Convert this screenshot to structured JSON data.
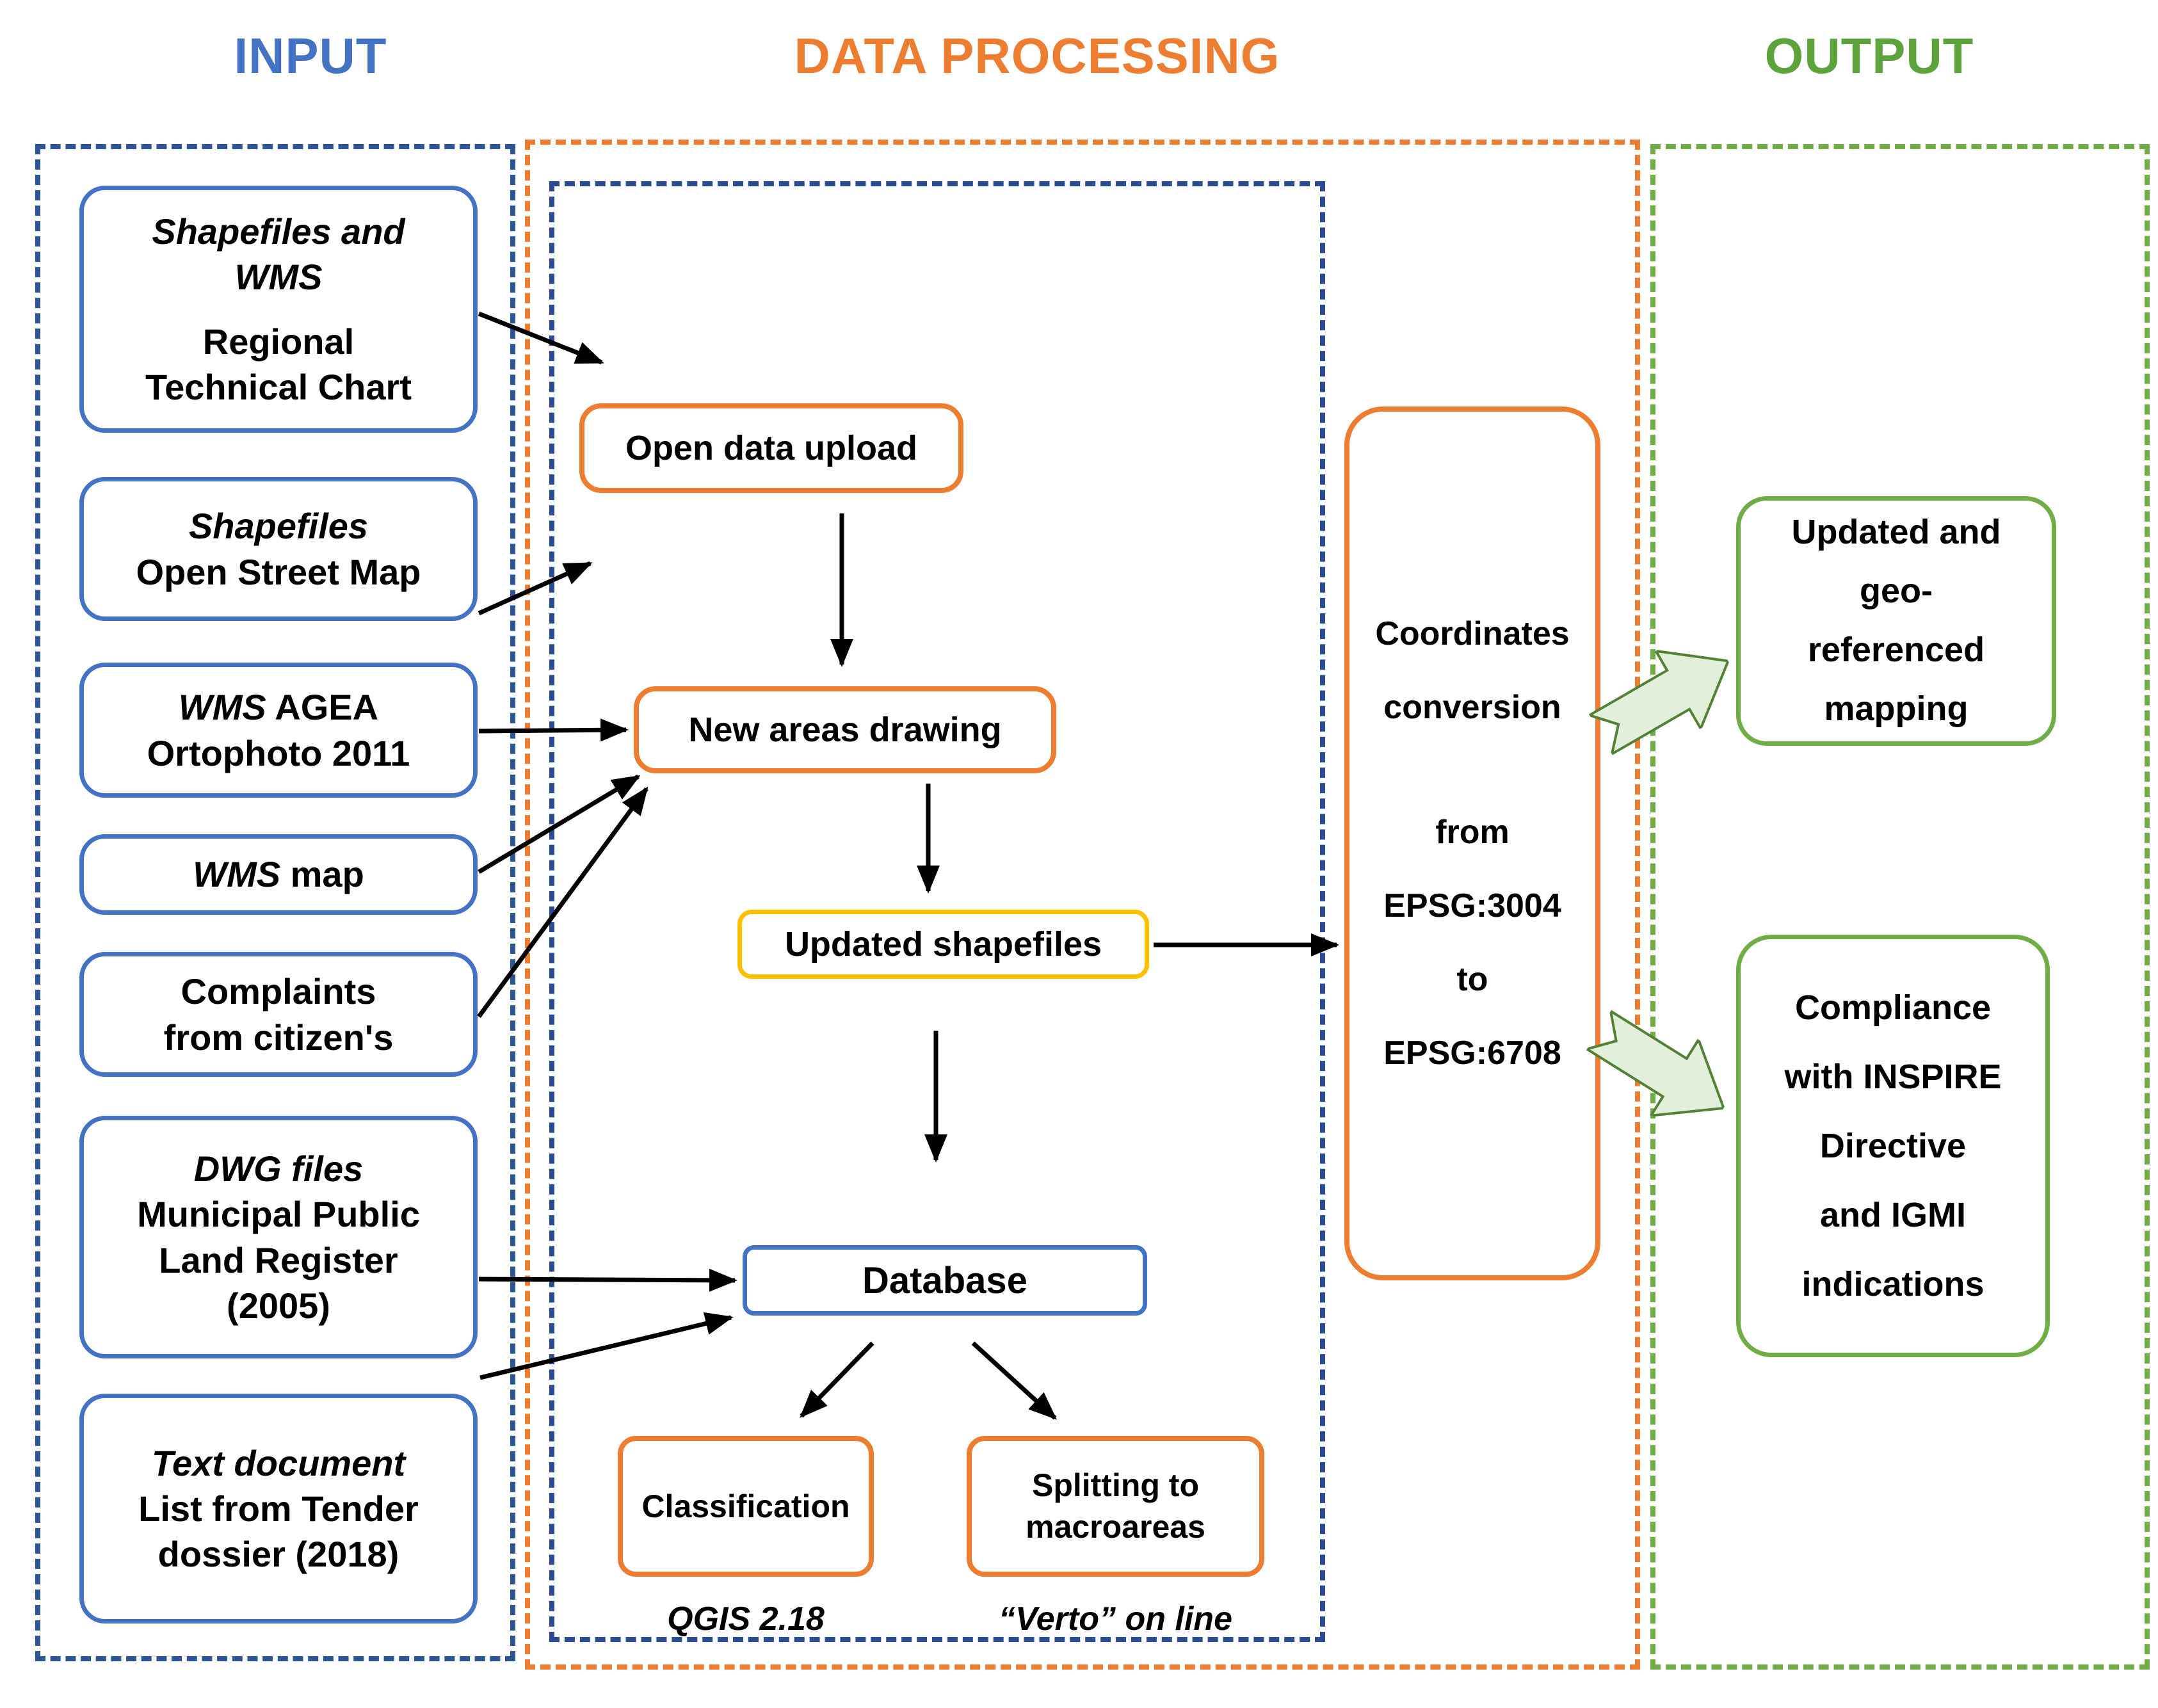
{
  "headers": {
    "input": "INPUT",
    "processing": "DATA PROCESSING",
    "output": "OUTPUT"
  },
  "input_boxes": [
    {
      "em": "Shapefiles and\nWMS",
      "text": "Regional\nTechnical Chart"
    },
    {
      "em": "Shapefiles",
      "text": "Open Street Map"
    },
    {
      "em": "WMS",
      "text": " AGEA\nOrtophoto 2011"
    },
    {
      "em": "WMS",
      "text": " map"
    },
    {
      "em": "",
      "text": "Complaints\nfrom citizen's"
    },
    {
      "em": "DWG files",
      "text": "Municipal Public\nLand Register\n(2005)"
    },
    {
      "em": "Text document",
      "text": "List from Tender\ndossier (2018)"
    }
  ],
  "process": {
    "open_data_upload": "Open data upload",
    "new_areas_drawing": "New areas drawing",
    "updated_shapefiles": "Updated shapefiles",
    "database": "Database",
    "classification": "Classification",
    "classification_tool": "QGIS 2.18",
    "splitting": "Splitting to\nmacroareas",
    "splitting_tool": "“Verto” on line",
    "coordinates_title": "Coordinates\nconversion",
    "coordinates_from": "from",
    "coordinates_src": "EPSG:3004",
    "coordinates_to": "to",
    "coordinates_dst": "EPSG:6708"
  },
  "output_boxes": {
    "mapping": "Updated and\ngeo-\nreferenced\nmapping",
    "compliance": "Compliance\nwith INSPIRE\nDirective\nand IGMI\nindications"
  },
  "colors": {
    "input_blue": "#4472c4",
    "dashed_blue": "#2e5597",
    "inner_navy": "#2b4c94",
    "processing_orange": "#ed7d31",
    "output_green": "#70ad47",
    "highlight_yellow": "#ffc000",
    "block_arrow_fill": "#e2efda",
    "block_arrow_stroke": "#538135",
    "text": "#000000"
  }
}
